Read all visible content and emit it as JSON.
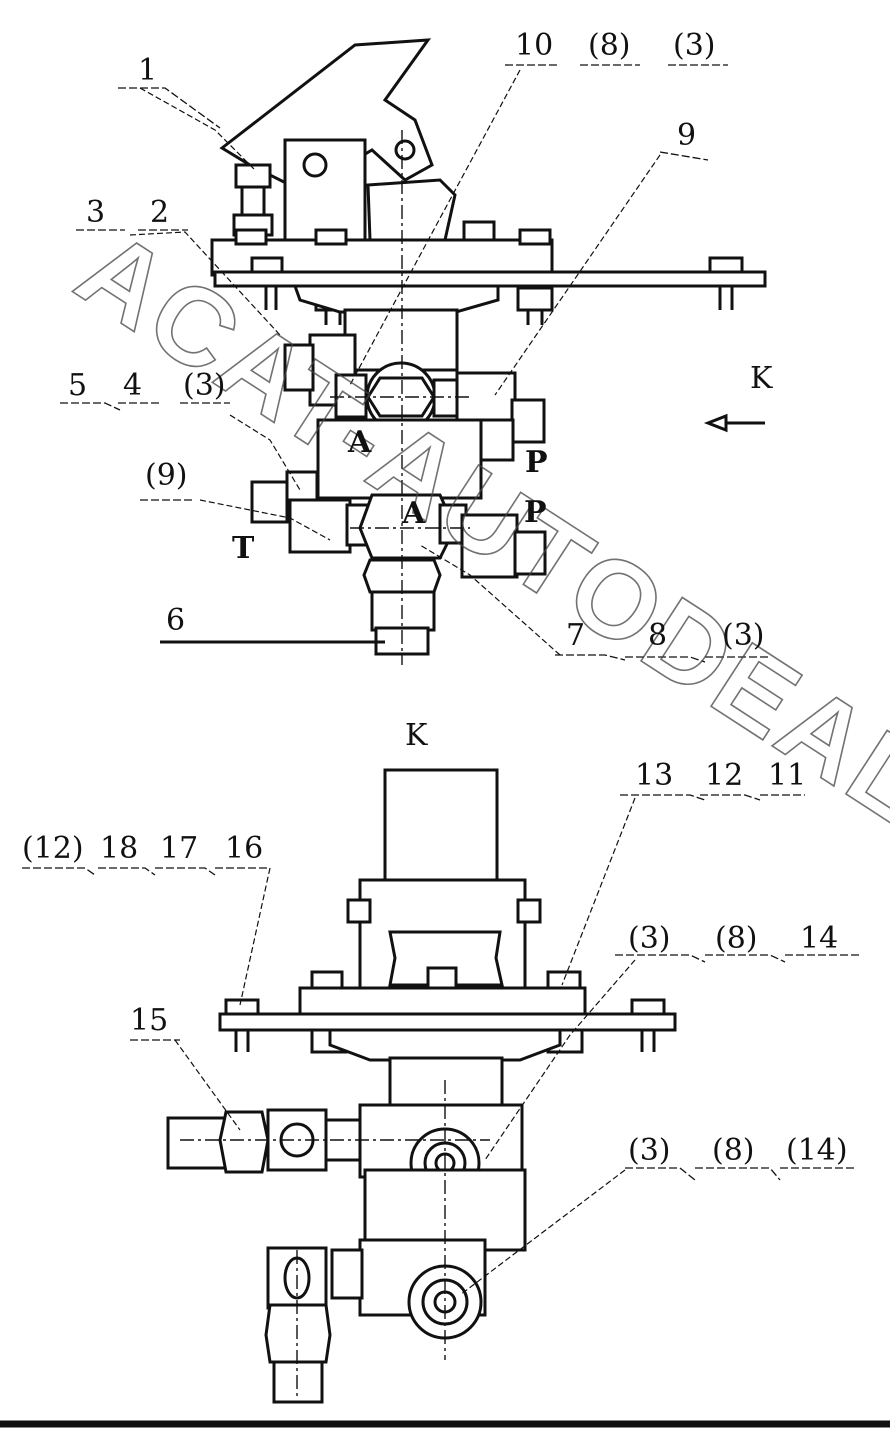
{
  "watermark": {
    "text": "ACAT-AUTODEALER.RU"
  },
  "view_marker": {
    "arrow_label": "K",
    "view_title": "K"
  },
  "top_view": {
    "callouts": [
      "1",
      "10",
      "(8)",
      "(3)",
      "9",
      "3",
      "2",
      "5",
      "4",
      "(3)",
      "(9)",
      "6",
      "7",
      "8",
      "(3)"
    ],
    "ports": [
      "A",
      "P",
      "T",
      "A",
      "P"
    ]
  },
  "bottom_view": {
    "callouts": [
      "13",
      "12",
      "11",
      "(12)",
      "18",
      "17",
      "16",
      "(3)",
      "(8)",
      "14",
      "15",
      "(3)",
      "(8)",
      "(14)"
    ]
  }
}
